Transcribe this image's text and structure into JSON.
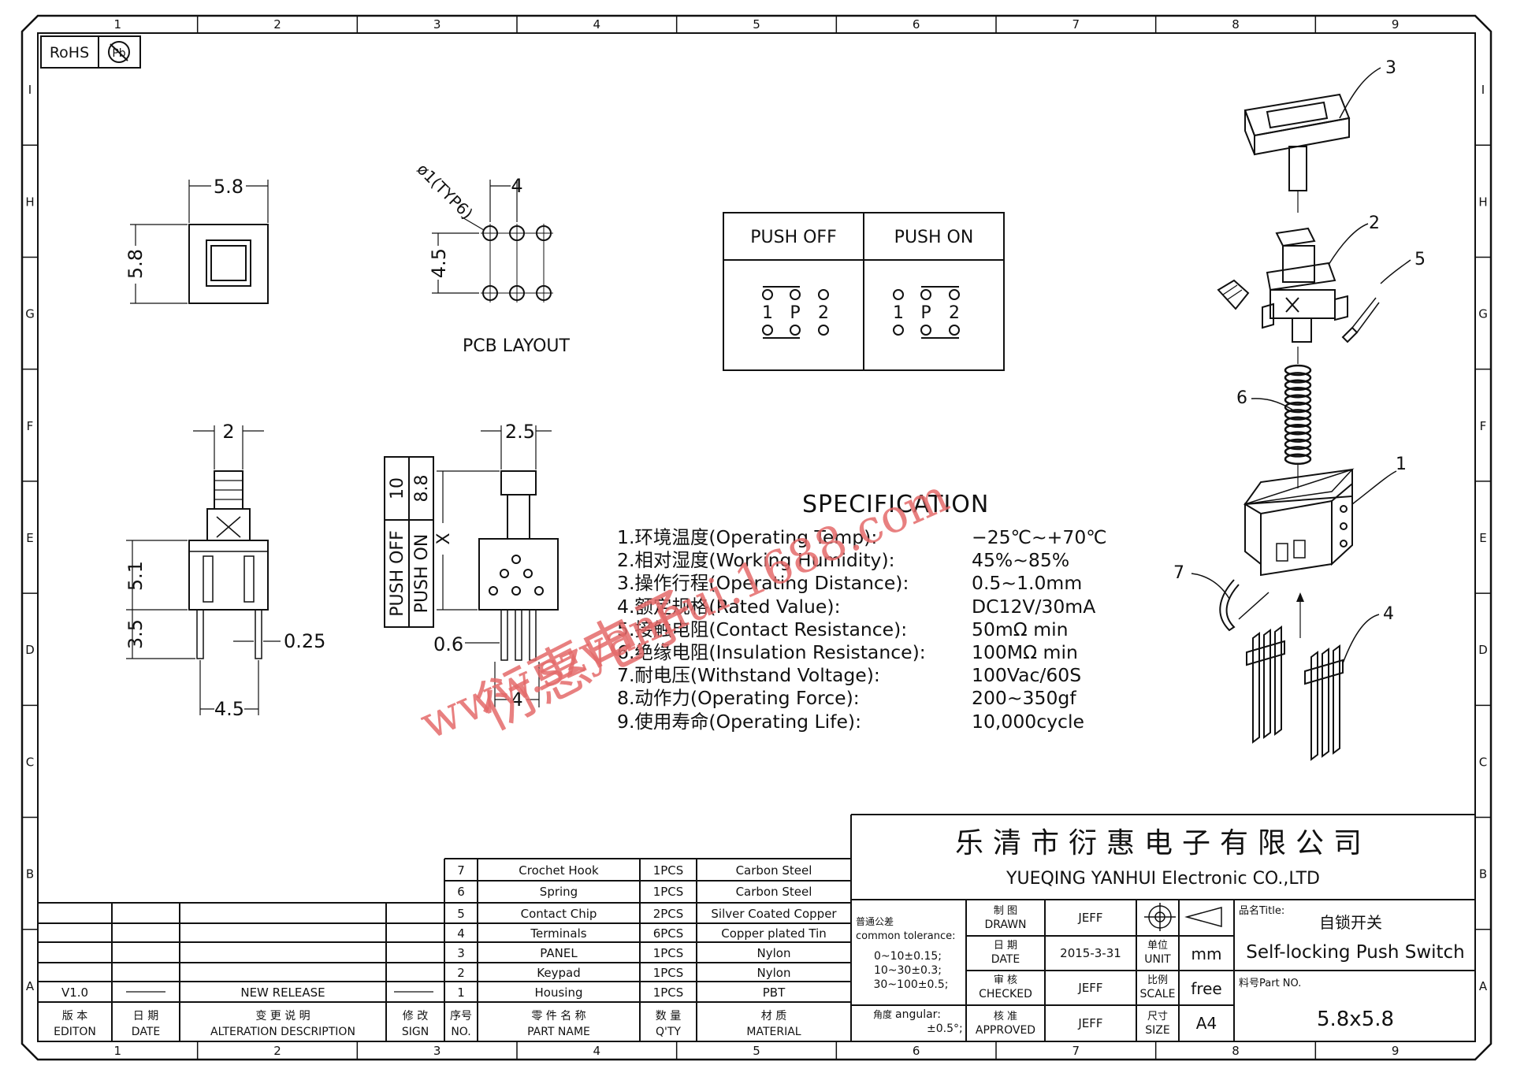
{
  "border": {
    "columns": [
      "1",
      "2",
      "3",
      "4",
      "5",
      "6",
      "7",
      "8",
      "9"
    ],
    "rows": [
      "I",
      "H",
      "G",
      "F",
      "E",
      "D",
      "C",
      "B",
      "A"
    ]
  },
  "badge": {
    "rohs": "RoHS",
    "pb": "Pb"
  },
  "dimensions": {
    "top_width": "5.8",
    "top_height": "5.8",
    "pcb_pitch": "4",
    "pcb_row": "4.5",
    "pcb_hole": "ø1(TYP6)",
    "pcb_caption": "PCB LAYOUT",
    "side_btn": "2",
    "side_upper": "5.1",
    "side_lower": "3.5",
    "side_pin": "0.25",
    "side_span": "4.5",
    "front_btn": "2.5",
    "front_pin": "0.6",
    "front_span": "4",
    "x_table": {
      "c1a": "10",
      "c1b": "PUSH OFF",
      "c2a": "8.8",
      "c2b": "PUSH ON",
      "mark": "X"
    }
  },
  "push_table": {
    "off": "PUSH OFF",
    "on": "PUSH ON",
    "pins": [
      "1",
      "P",
      "2"
    ]
  },
  "spec": {
    "title": "SPECIFICATION",
    "rows": [
      {
        "k": "1.环境温度(Operating Temp):",
        "v": "−25℃~+70℃"
      },
      {
        "k": "2.相对湿度(Working Humidity):",
        "v": "45%~85%"
      },
      {
        "k": "3.操作行程(Operating Distance):",
        "v": "0.5~1.0mm"
      },
      {
        "k": "4.额定规格(Rated Value):",
        "v": "DC12V/30mA"
      },
      {
        "k": "5.接触电阻(Contact Resistance):",
        "v": "50mΩ min"
      },
      {
        "k": "6.绝缘电阻(Insulation Resistance):",
        "v": "100MΩ min"
      },
      {
        "k": "7.耐电压(Withstand Voltage):",
        "v": "100Vac/60S"
      },
      {
        "k": "8.动作力(Operating Force):",
        "v": "200~350gf"
      },
      {
        "k": "9.使用寿命(Operating Life):",
        "v": "10,000cycle"
      }
    ]
  },
  "watermark": {
    "cn": "衍惠电子",
    "url": "www.szyanhui.1688.com"
  },
  "callouts": [
    "1",
    "2",
    "3",
    "4",
    "5",
    "6",
    "7"
  ],
  "bom": [
    {
      "no": "7",
      "name": "Crochet Hook",
      "qty": "1PCS",
      "mat": "Carbon Steel"
    },
    {
      "no": "6",
      "name": "Spring",
      "qty": "1PCS",
      "mat": "Carbon Steel"
    },
    {
      "no": "5",
      "name": "Contact Chip",
      "qty": "2PCS",
      "mat": "Silver Coated Copper"
    },
    {
      "no": "4",
      "name": "Terminals",
      "qty": "6PCS",
      "mat": "Copper plated Tin"
    },
    {
      "no": "3",
      "name": "PANEL",
      "qty": "1PCS",
      "mat": "Nylon"
    },
    {
      "no": "2",
      "name": "Keypad",
      "qty": "1PCS",
      "mat": "Nylon"
    },
    {
      "no": "1",
      "name": "Housing",
      "qty": "1PCS",
      "mat": "PBT"
    }
  ],
  "bom_header": {
    "no_cn": "序号",
    "no_en": "NO.",
    "name_cn": "零 件 名 称",
    "name_en": "PART NAME",
    "qty_cn": "数 量",
    "qty_en": "Q'TY",
    "mat_cn": "材 质",
    "mat_en": "MATERIAL"
  },
  "revision": {
    "edition": "V1.0",
    "description": "NEW RELEASE",
    "h_edition_cn": "版 本",
    "h_edition_en": "EDITON",
    "h_date_cn": "日 期",
    "h_date_en": "DATE",
    "h_desc_cn": "变 更 说 明",
    "h_desc_en": "ALTERATION DESCRIPTION",
    "h_sign_cn": "修 改",
    "h_sign_en": "SIGN"
  },
  "company": {
    "cn": "乐清市衍惠电子有限公司",
    "en": "YUEQING YANHUI Electronic CO.,LTD"
  },
  "titleblock": {
    "tol_cn": "普通公差",
    "tol_en": "common tolerance:",
    "tol_1": "0~10±0.15;",
    "tol_2": "10~30±0.3;",
    "tol_3": "30~100±0.5;",
    "ang_cn": "角度",
    "ang_en": "angular:",
    "ang_v": "±0.5°;",
    "drawn_cn": "制 图",
    "drawn_en": "DRAWN",
    "drawn": "JEFF",
    "date_cn": "日 期",
    "date_en": "DATE",
    "date": "2015-3-31",
    "checked_cn": "审 核",
    "checked_en": "CHECKED",
    "checked": "JEFF",
    "approved_cn": "核 准",
    "approved_en": "APPROVED",
    "approved": "JEFF",
    "unit_cn": "单位",
    "unit_en": "UNIT",
    "unit": "mm",
    "scale_cn": "比例",
    "scale_en": "SCALE",
    "scale": "free",
    "size_cn": "尺寸",
    "size_en": "SIZE",
    "size": "A4",
    "title_label": "品名Title:",
    "title_cn": "自锁开关",
    "title_en": "Self-locking Push Switch",
    "part_label": "料号Part NO.",
    "part": "5.8x5.8"
  }
}
